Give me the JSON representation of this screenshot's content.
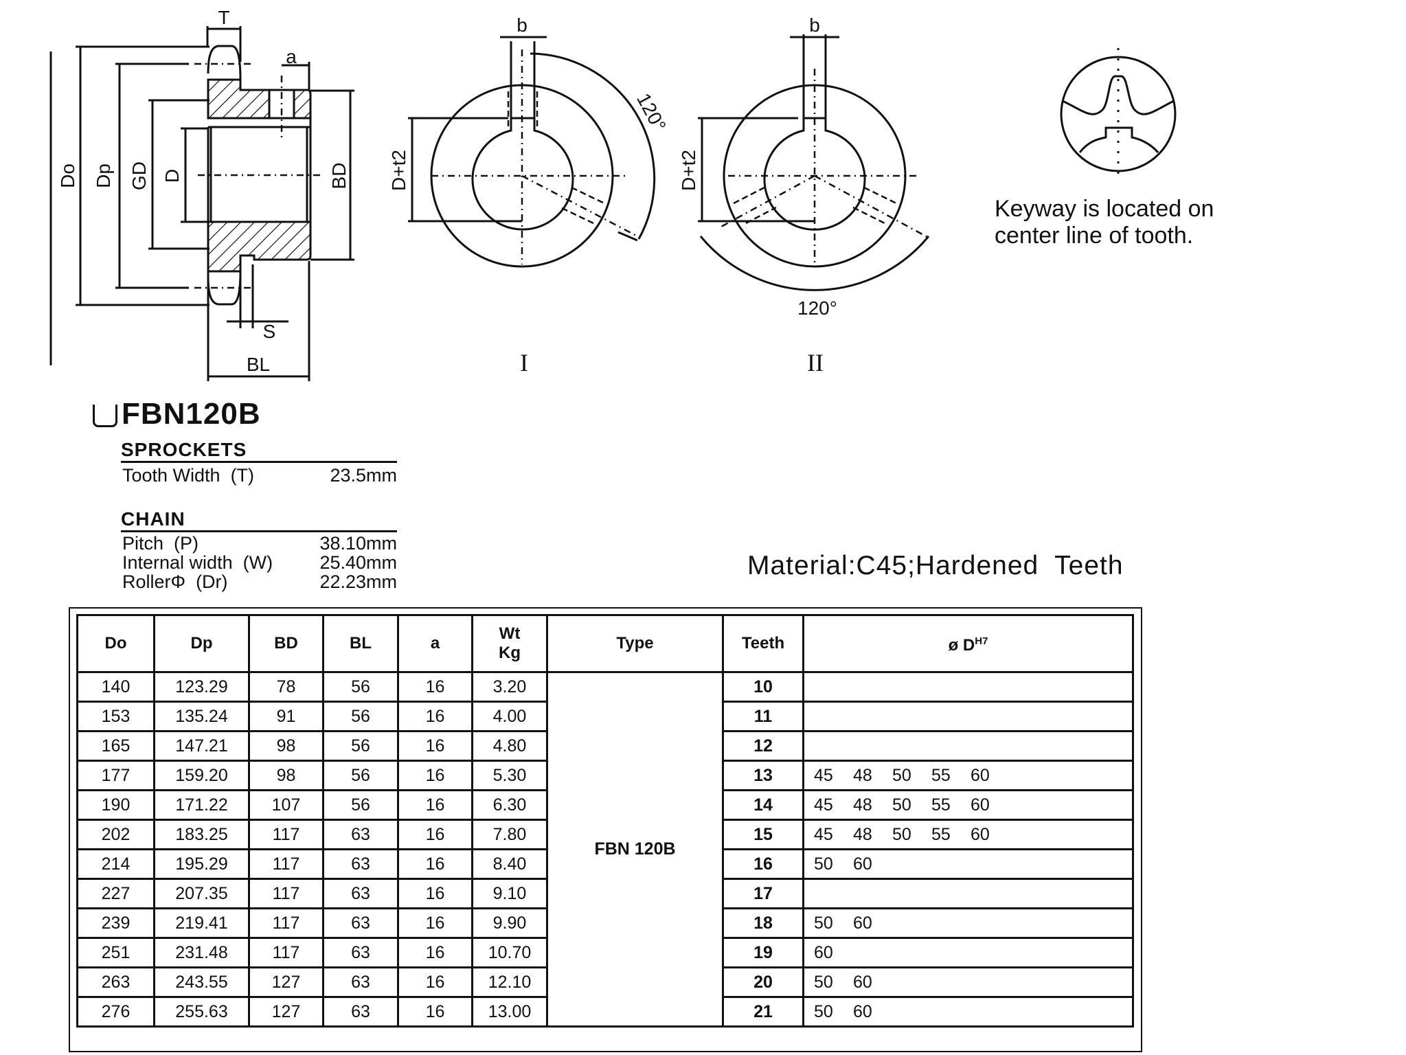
{
  "drawing": {
    "side_view_labels": {
      "T": "T",
      "a": "a",
      "Do": "Do",
      "Dp": "Dp",
      "GD": "GD",
      "D": "D",
      "BD": "BD",
      "S": "S",
      "BL": "BL"
    },
    "keyway_view_I": {
      "b": "b",
      "dim": "D+t2",
      "angle": "120°",
      "caption": "I"
    },
    "keyway_view_II": {
      "b": "b",
      "dim": "D+t2",
      "angle": "120°",
      "caption": "II"
    },
    "keyway_note": [
      "Keyway is located on",
      "center line of tooth."
    ]
  },
  "product": {
    "code": "FBN120B"
  },
  "sprockets": {
    "heading": "SPROCKETS",
    "rows": [
      {
        "label": "Tooth Width  (T)",
        "value": "23.5mm"
      }
    ]
  },
  "chain": {
    "heading": "CHAIN",
    "rows": [
      {
        "label": "Pitch  (P)",
        "value": "38.10mm"
      },
      {
        "label": "Internal width  (W)",
        "value": "25.40mm"
      },
      {
        "label": "RollerΦ  (Dr)",
        "value": "22.23mm"
      }
    ]
  },
  "material_note": "Material:C45;Hardened  Teeth",
  "table": {
    "headers": {
      "Do": "Do",
      "Dp": "Dp",
      "BD": "BD",
      "BL": "BL",
      "a": "a",
      "Wt": "Wt",
      "Kg": "Kg",
      "Type": "Type",
      "Teeth": "Teeth",
      "Bore": "ø D",
      "Bore_sup": "H7"
    },
    "type_value": "FBN 120B",
    "rows": [
      {
        "Do": "140",
        "Dp": "123.29",
        "BD": "78",
        "BL": "56",
        "a": "16",
        "Wt": "3.20",
        "Teeth": "10",
        "bores": []
      },
      {
        "Do": "153",
        "Dp": "135.24",
        "BD": "91",
        "BL": "56",
        "a": "16",
        "Wt": "4.00",
        "Teeth": "11",
        "bores": []
      },
      {
        "Do": "165",
        "Dp": "147.21",
        "BD": "98",
        "BL": "56",
        "a": "16",
        "Wt": "4.80",
        "Teeth": "12",
        "bores": []
      },
      {
        "Do": "177",
        "Dp": "159.20",
        "BD": "98",
        "BL": "56",
        "a": "16",
        "Wt": "5.30",
        "Teeth": "13",
        "bores": [
          "45",
          "48",
          "50",
          "55",
          "60"
        ]
      },
      {
        "Do": "190",
        "Dp": "171.22",
        "BD": "107",
        "BL": "56",
        "a": "16",
        "Wt": "6.30",
        "Teeth": "14",
        "bores": [
          "45",
          "48",
          "50",
          "55",
          "60"
        ]
      },
      {
        "Do": "202",
        "Dp": "183.25",
        "BD": "117",
        "BL": "63",
        "a": "16",
        "Wt": "7.80",
        "Teeth": "15",
        "bores": [
          "45",
          "48",
          "50",
          "55",
          "60"
        ]
      },
      {
        "Do": "214",
        "Dp": "195.29",
        "BD": "117",
        "BL": "63",
        "a": "16",
        "Wt": "8.40",
        "Teeth": "16",
        "bores": [
          "50",
          "60"
        ]
      },
      {
        "Do": "227",
        "Dp": "207.35",
        "BD": "117",
        "BL": "63",
        "a": "16",
        "Wt": "9.10",
        "Teeth": "17",
        "bores": []
      },
      {
        "Do": "239",
        "Dp": "219.41",
        "BD": "117",
        "BL": "63",
        "a": "16",
        "Wt": "9.90",
        "Teeth": "18",
        "bores": [
          "50",
          "60"
        ]
      },
      {
        "Do": "251",
        "Dp": "231.48",
        "BD": "117",
        "BL": "63",
        "a": "16",
        "Wt": "10.70",
        "Teeth": "19",
        "bores": [
          "60"
        ]
      },
      {
        "Do": "263",
        "Dp": "243.55",
        "BD": "127",
        "BL": "63",
        "a": "16",
        "Wt": "12.10",
        "Teeth": "20",
        "bores": [
          "50",
          "60"
        ]
      },
      {
        "Do": "276",
        "Dp": "255.63",
        "BD": "127",
        "BL": "63",
        "a": "16",
        "Wt": "13.00",
        "Teeth": "21",
        "bores": [
          "50",
          "60"
        ]
      }
    ]
  }
}
